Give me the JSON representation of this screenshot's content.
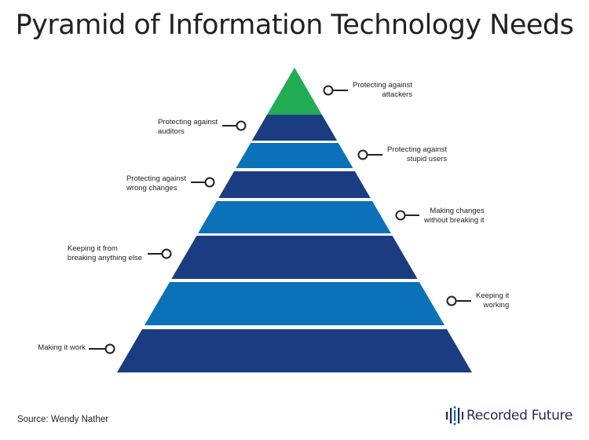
{
  "title": "Pyramid of Information Technology Needs",
  "colors": {
    "dark": "#1c3c82",
    "medium": "#0b72ba",
    "top": "#22ad55",
    "line": "#222222",
    "brand": "#1d2b4f"
  },
  "layers": [
    {
      "label": "Making it work",
      "color": "dark",
      "side": "left"
    },
    {
      "label": "Keeping it\nworking",
      "color": "medium",
      "side": "right"
    },
    {
      "label": "Keeping it from\nbreaking anything else",
      "color": "dark",
      "side": "left"
    },
    {
      "label": "Making changes\nwithout breaking it",
      "color": "medium",
      "side": "right"
    },
    {
      "label": "Protecting against\nwrong changes",
      "color": "dark",
      "side": "left"
    },
    {
      "label": "Protecting against\nstupid users",
      "color": "medium",
      "side": "right"
    },
    {
      "label": "Protecting against\nauditors",
      "color": "dark",
      "side": "left"
    },
    {
      "label": "Protecting against\nattackers",
      "color": "top",
      "side": "right"
    }
  ],
  "source": "Source: Wendy Nather",
  "brand": {
    "name": "Recorded Future",
    "icon": "recorded-future-logo-icon"
  }
}
